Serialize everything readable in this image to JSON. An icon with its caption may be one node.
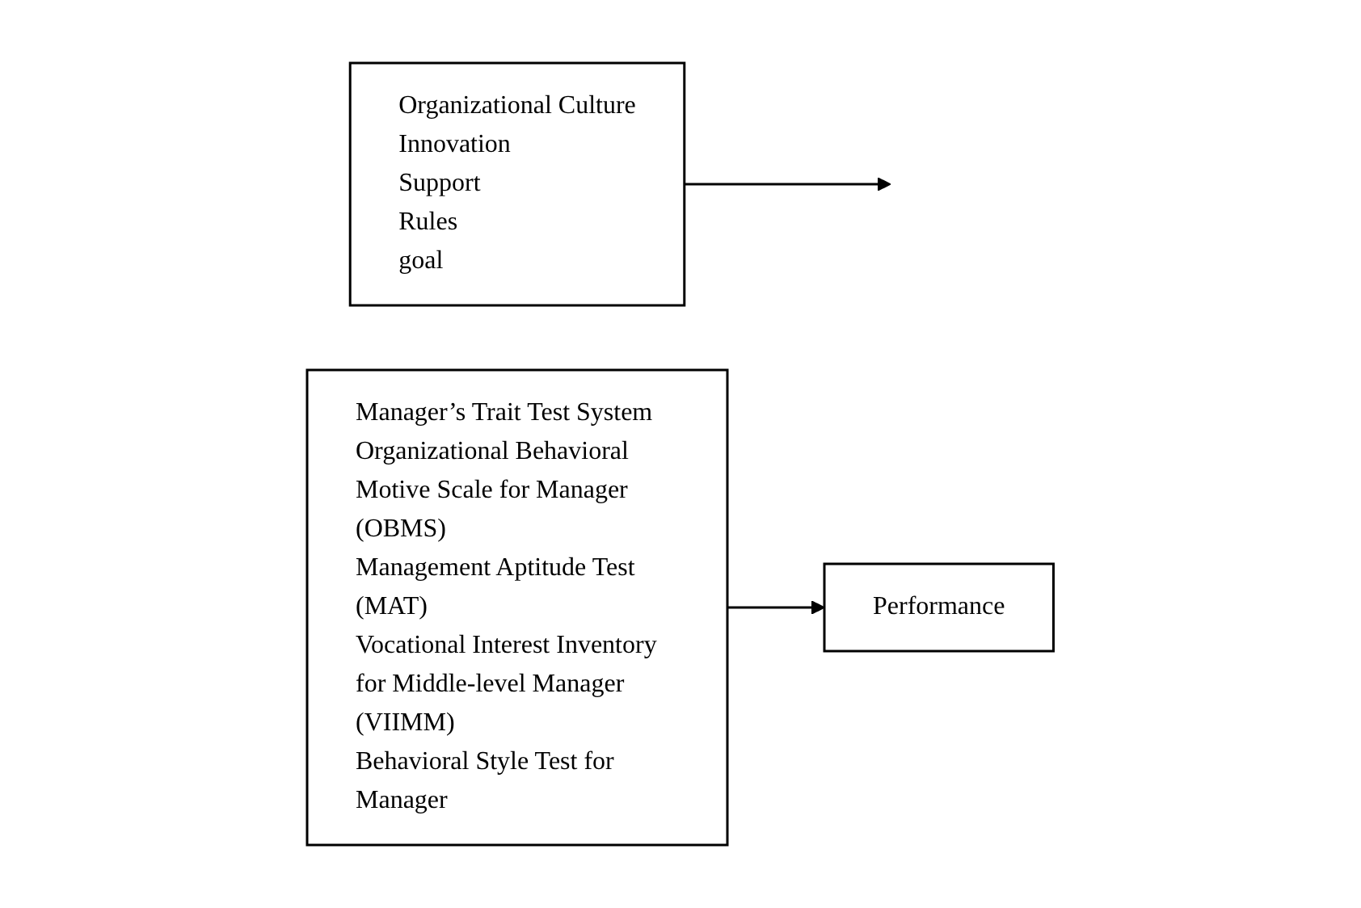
{
  "diagram": {
    "nodes": [
      {
        "text": [
          "Organizational Culture",
          "Innovation",
          "Support",
          "Rules",
          "goal"
        ]
      },
      {
        "text": [
          "Manager’s Trait Test System",
          "Organizational Behavioral Motive Scale for Manager (OBMS)",
          "Management Aptitude Test (MAT)",
          "Vocational Interest Inventory for Middle-level Manager (VIIMM)",
          "Behavioral Style Test for Manager"
        ]
      },
      {
        "text": [
          "Performance"
        ]
      }
    ],
    "edges": [
      {
        "from": 1,
        "to": 2,
        "arrow": "to"
      },
      {
        "from": 0,
        "to": null,
        "arrow": "to"
      }
    ]
  }
}
